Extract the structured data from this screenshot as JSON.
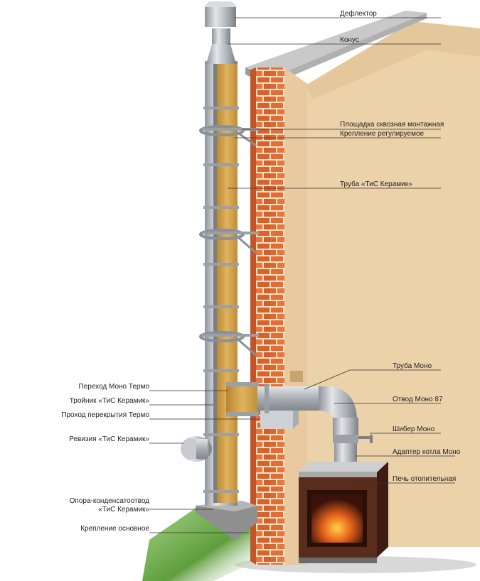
{
  "labels_right": {
    "deflector": "Дефлектор",
    "cone": "Конус",
    "platform": "Площадка сквозная монтажная",
    "mount_adjustable": "Крепление регулируемое",
    "pipe_tis": "Труба «ТиС Керамик»",
    "pipe_mono": "Труба Моно",
    "elbow_mono": "Отвод Моно 87",
    "damper_mono": "Шибер Моно",
    "boiler_adapter": "Адаптер котла Моно",
    "stove": "Печь отопительная"
  },
  "labels_left": {
    "transition_mono_termo": "Переход Моно Термо",
    "tee_tis": "Тройник «ТиС Керамик»",
    "ceiling_pass": "Проход перекрытия Термо",
    "revision_tis": "Ревизия «ТиС Керамик»",
    "condensate_line1": "Опора-конденсатоотвод",
    "condensate_line2": "«ТиС Керамик»",
    "main_mount": "Крепление основное"
  },
  "colors": {
    "wall": "#ecd2a8",
    "brick": "#e0703a",
    "steel": "#b9bdc2",
    "insulation": "#d8a850",
    "grass": "#6fae4a",
    "stove_body": "#4a2418",
    "fire": "#e8641e"
  }
}
